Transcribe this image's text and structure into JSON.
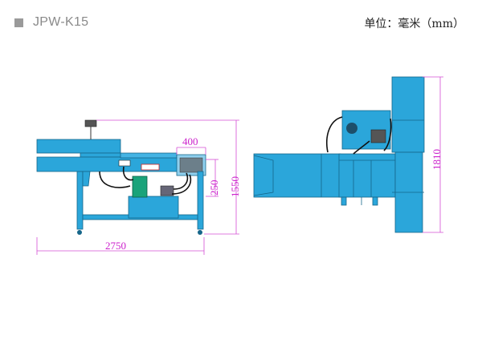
{
  "header": {
    "model": "JPW-K15",
    "unit": "单位：毫米（mm）"
  },
  "front_view": {
    "dims": {
      "length": "2750",
      "height": "1550",
      "box_width": "400",
      "box_height": "250"
    }
  },
  "side_view": {
    "dims": {
      "height": "1810"
    }
  },
  "colors": {
    "machine": "#2ba6da",
    "dimension": "#cc22cc",
    "motor": "#1aa37a"
  }
}
